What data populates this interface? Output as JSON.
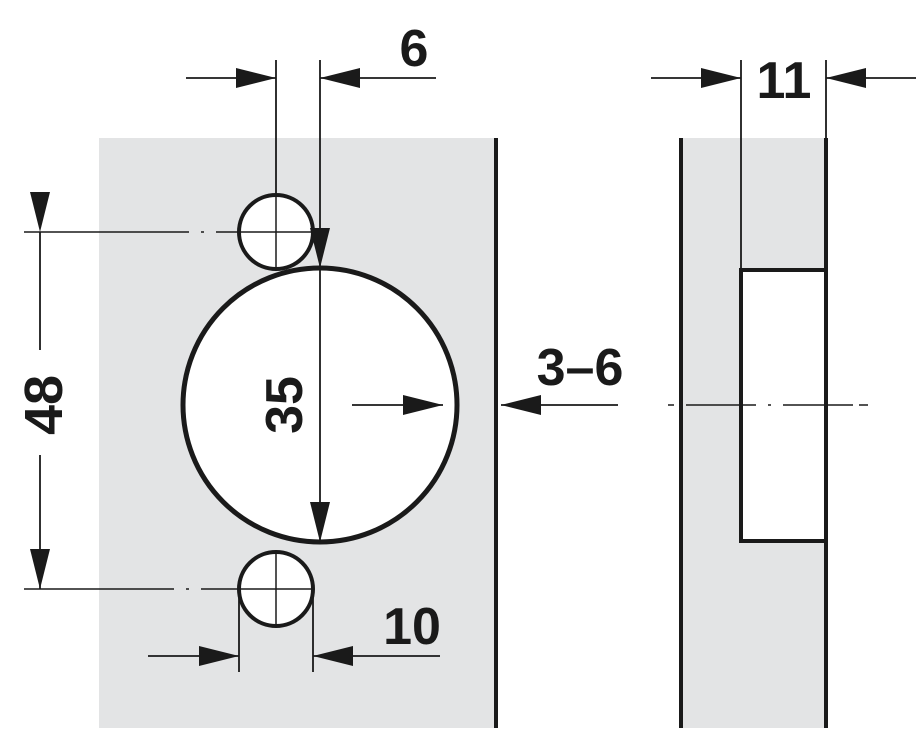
{
  "colors": {
    "panel_fill": "#e3e4e5",
    "line": "#1a1a1a",
    "background": "#ffffff"
  },
  "dimensions": {
    "screw_offset": "6",
    "side_thickness": "11",
    "cup_diameter": "35",
    "screw_spacing": "48",
    "edge_distance": "3–6",
    "screw_diameter": "10"
  }
}
